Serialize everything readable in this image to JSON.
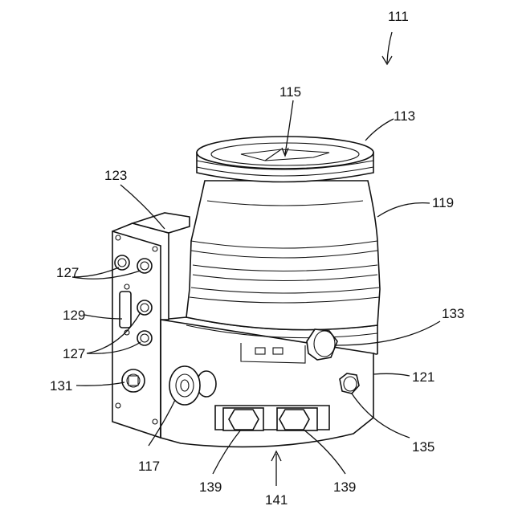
{
  "labels": {
    "l111": "111",
    "l113": "113",
    "l115": "115",
    "l117": "117",
    "l119": "119",
    "l121": "121",
    "l123": "123",
    "l127a": "127",
    "l127b": "127",
    "l129": "129",
    "l131": "131",
    "l133": "133",
    "l135": "135",
    "l139a": "139",
    "l139b": "139",
    "l141": "141"
  }
}
